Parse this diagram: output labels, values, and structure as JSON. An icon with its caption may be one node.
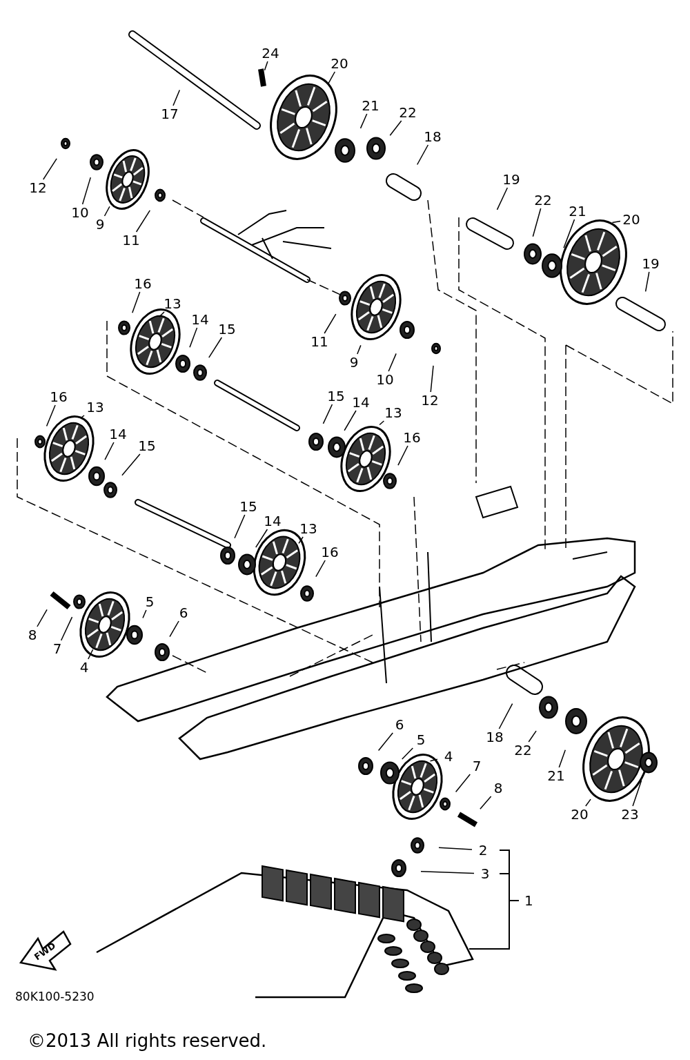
{
  "diagram": {
    "nodes": [
      {
        "text": [
          "24"
        ]
      },
      {
        "text": [
          "20"
        ]
      },
      {
        "text": [
          "17"
        ]
      },
      {
        "text": [
          "21"
        ]
      },
      {
        "text": [
          "22"
        ]
      },
      {
        "text": [
          "18"
        ]
      },
      {
        "text": [
          "12"
        ]
      },
      {
        "text": [
          "10"
        ]
      },
      {
        "text": [
          "9"
        ]
      },
      {
        "text": [
          "11"
        ]
      },
      {
        "text": [
          "19"
        ]
      },
      {
        "text": [
          "22"
        ]
      },
      {
        "text": [
          "21"
        ]
      },
      {
        "text": [
          "20"
        ]
      },
      {
        "text": [
          "19"
        ]
      },
      {
        "text": [
          "16"
        ]
      },
      {
        "text": [
          "13"
        ]
      },
      {
        "text": [
          "14"
        ]
      },
      {
        "text": [
          "15"
        ]
      },
      {
        "text": [
          "11"
        ]
      },
      {
        "text": [
          "9"
        ]
      },
      {
        "text": [
          "10"
        ]
      },
      {
        "text": [
          "12"
        ]
      },
      {
        "text": [
          "16"
        ]
      },
      {
        "text": [
          "13"
        ]
      },
      {
        "text": [
          "14"
        ]
      },
      {
        "text": [
          "15"
        ]
      },
      {
        "text": [
          "15"
        ]
      },
      {
        "text": [
          "14"
        ]
      },
      {
        "text": [
          "13"
        ]
      },
      {
        "text": [
          "16"
        ]
      },
      {
        "text": [
          "15"
        ]
      },
      {
        "text": [
          "14"
        ]
      },
      {
        "text": [
          "13"
        ]
      },
      {
        "text": [
          "16"
        ]
      },
      {
        "text": [
          "8"
        ]
      },
      {
        "text": [
          "7"
        ]
      },
      {
        "text": [
          "4"
        ]
      },
      {
        "text": [
          "5"
        ]
      },
      {
        "text": [
          "6"
        ]
      },
      {
        "text": [
          "18"
        ]
      },
      {
        "text": [
          "22"
        ]
      },
      {
        "text": [
          "21"
        ]
      },
      {
        "text": [
          "20"
        ]
      },
      {
        "text": [
          "23"
        ]
      },
      {
        "text": [
          "6"
        ]
      },
      {
        "text": [
          "5"
        ]
      },
      {
        "text": [
          "4"
        ]
      },
      {
        "text": [
          "7"
        ]
      },
      {
        "text": [
          "8"
        ]
      },
      {
        "text": [
          "2"
        ]
      },
      {
        "text": [
          "3"
        ]
      }
    ],
    "edges": [
      {
        "from": 0,
        "to": null,
        "arrow": "none"
      },
      {
        "from": 1,
        "to": null,
        "arrow": "none"
      },
      {
        "from": 2,
        "to": null,
        "arrow": "none"
      },
      {
        "from": 3,
        "to": null,
        "arrow": "none"
      },
      {
        "from": 4,
        "to": null,
        "arrow": "none"
      },
      {
        "from": 5,
        "to": null,
        "arrow": "none"
      },
      {
        "from": 6,
        "to": null,
        "arrow": "none"
      },
      {
        "from": 7,
        "to": null,
        "arrow": "none"
      },
      {
        "from": 8,
        "to": null,
        "arrow": "none"
      },
      {
        "from": 9,
        "to": null,
        "arrow": "none"
      },
      {
        "from": 10,
        "to": null,
        "arrow": "none"
      },
      {
        "from": 11,
        "to": null,
        "arrow": "none"
      },
      {
        "from": 12,
        "to": null,
        "arrow": "none"
      },
      {
        "from": 13,
        "to": null,
        "arrow": "none"
      },
      {
        "from": 14,
        "to": null,
        "arrow": "none"
      },
      {
        "from": 15,
        "to": null,
        "arrow": "none"
      },
      {
        "from": 16,
        "to": null,
        "arrow": "none"
      },
      {
        "from": 17,
        "to": null,
        "arrow": "none"
      },
      {
        "from": 18,
        "to": null,
        "arrow": "none"
      },
      {
        "from": 19,
        "to": null,
        "arrow": "none"
      },
      {
        "from": 20,
        "to": null,
        "arrow": "none"
      },
      {
        "from": 21,
        "to": null,
        "arrow": "none"
      },
      {
        "from": 22,
        "to": null,
        "arrow": "none"
      },
      {
        "from": 23,
        "to": null,
        "arrow": "none"
      },
      {
        "from": 24,
        "to": null,
        "arrow": "none"
      },
      {
        "from": 25,
        "to": null,
        "arrow": "none"
      },
      {
        "from": 26,
        "to": null,
        "arrow": "none"
      },
      {
        "from": 27,
        "to": null,
        "arrow": "none"
      },
      {
        "from": 28,
        "to": null,
        "arrow": "none"
      },
      {
        "from": 29,
        "to": null,
        "arrow": "none"
      },
      {
        "from": 30,
        "to": null,
        "arrow": "none"
      },
      {
        "from": 31,
        "to": null,
        "arrow": "none"
      },
      {
        "from": 32,
        "to": null,
        "arrow": "none"
      },
      {
        "from": 33,
        "to": null,
        "arrow": "none"
      },
      {
        "from": 34,
        "to": null,
        "arrow": "none"
      },
      {
        "from": 35,
        "to": null,
        "arrow": "none"
      },
      {
        "from": 36,
        "to": null,
        "arrow": "none"
      },
      {
        "from": 37,
        "to": null,
        "arrow": "none"
      },
      {
        "from": 38,
        "to": null,
        "arrow": "none"
      },
      {
        "from": 39,
        "to": null,
        "arrow": "none"
      },
      {
        "from": 40,
        "to": null,
        "arrow": "none"
      },
      {
        "from": 41,
        "to": null,
        "arrow": "none"
      },
      {
        "from": 42,
        "to": null,
        "arrow": "none"
      },
      {
        "from": 43,
        "to": null,
        "arrow": "none"
      },
      {
        "from": 44,
        "to": null,
        "arrow": "none"
      },
      {
        "from": 45,
        "to": null,
        "arrow": "none"
      },
      {
        "from": 46,
        "to": null,
        "arrow": "none"
      },
      {
        "from": 47,
        "to": null,
        "arrow": "none"
      },
      {
        "from": 48,
        "to": null,
        "arrow": "none"
      },
      {
        "from": 49,
        "to": null,
        "arrow": "none"
      },
      {
        "from": 50,
        "to": null,
        "arrow": "none"
      },
      {
        "from": 51,
        "to": null,
        "arrow": "none"
      }
    ],
    "labels": [
      "1",
      "FWD",
      "80K100-5230",
      "©2013 All rights reserved."
    ]
  }
}
